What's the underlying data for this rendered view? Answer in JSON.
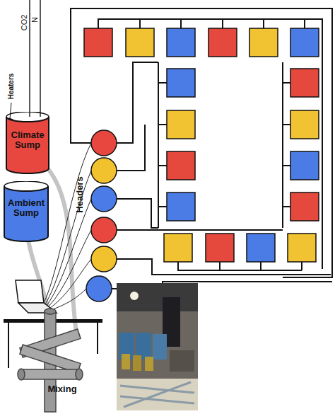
{
  "diagram": {
    "nodes": [
      {
        "text": [
          "Climate Sump"
        ]
      },
      {
        "text": [
          "Ambient Sump"
        ]
      }
    ],
    "labels": [
      "CO2",
      "N",
      "Heaters",
      "Headers",
      "Mixing"
    ]
  }
}
